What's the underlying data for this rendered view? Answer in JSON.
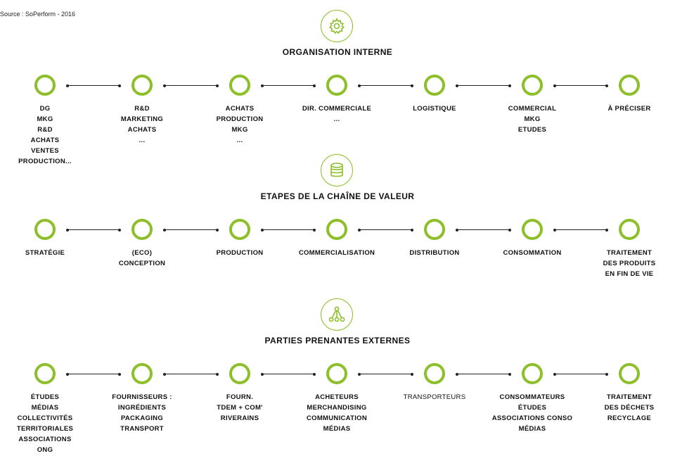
{
  "source": "Source : SoPerform - 2016",
  "sections": [
    {
      "title": "ORGANISATION INTERNE",
      "icon": "gear-icon",
      "nodes": [
        {
          "label": "DG\nMKG\nR&D\nACHATS\nVENTES\nPRODUCTION..."
        },
        {
          "label": "R&D\nMARKETING\nACHATS\n..."
        },
        {
          "label": "ACHATS\nPRODUCTION\nMKG\n..."
        },
        {
          "label": "DIR. COMMERCIALE\n..."
        },
        {
          "label": "LOGISTIQUE"
        },
        {
          "label": "COMMERCIAL\nMKG\nETUDES"
        },
        {
          "label": "À PRÉCISER"
        }
      ]
    },
    {
      "title": "ETAPES DE LA CHAÎNE DE VALEUR",
      "icon": "database-icon",
      "nodes": [
        {
          "label": "STRATÉGIE"
        },
        {
          "label": "(ECO)\nCONCEPTION"
        },
        {
          "label": "PRODUCTION"
        },
        {
          "label": "COMMERCIALISATION"
        },
        {
          "label": "DISTRIBUTION"
        },
        {
          "label": "CONSOMMATION"
        },
        {
          "label": "TRAITEMENT\nDES PRODUITS\nEN FIN DE VIE"
        }
      ]
    },
    {
      "title": "PARTIES PRENANTES EXTERNES",
      "icon": "network-icon",
      "nodes": [
        {
          "label": "ÉTUDES\nMÉDIAS\nCOLLECTIVITÉS\nTERRITORIALES\nASSOCIATIONS\nONG"
        },
        {
          "label": "FOURNISSEURS :\nINGRÉDIENTS\nPACKAGING\nTRANSPORT"
        },
        {
          "label": "FOURN.\nTDEM + COM'\nRIVERAINS"
        },
        {
          "label": "ACHETEURS\nMERCHANDISING\nCOMMUNICATION\nMÉDIAS"
        },
        {
          "label": "TRANSPORTEURS"
        },
        {
          "label": "CONSOMMATEURS\nÉTUDES\nASSOCIATIONS CONSO\nMÉDIAS"
        },
        {
          "label": "TRAITEMENT\nDES DÉCHETS\nRECYCLAGE"
        }
      ]
    }
  ]
}
